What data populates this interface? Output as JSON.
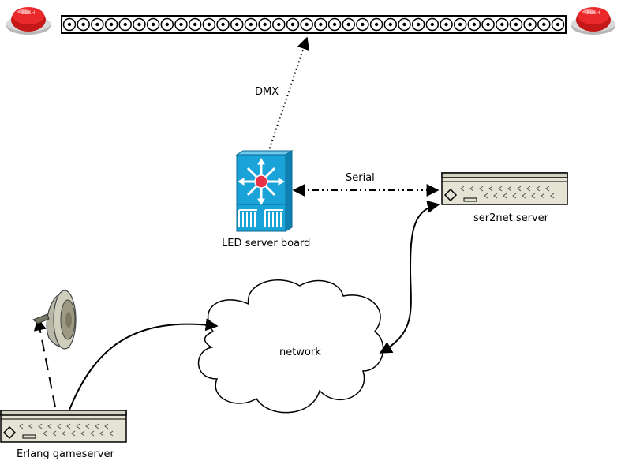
{
  "labels": {
    "dmx": "DMX",
    "serial": "Serial",
    "led_server_board": "LED server board",
    "ser2net_server": "ser2net server",
    "network": "network",
    "erlang_gameserver": "Erlang gameserver"
  },
  "buttons": {
    "left_text": "PUSH",
    "right_text": "PUSH"
  },
  "led_strip": {
    "led_count": 36
  },
  "colors": {
    "button_red": "#e02020",
    "board_blue": "#1aa3d9",
    "hub_red": "#e8324a",
    "server_beige": "#e5e3d4"
  }
}
